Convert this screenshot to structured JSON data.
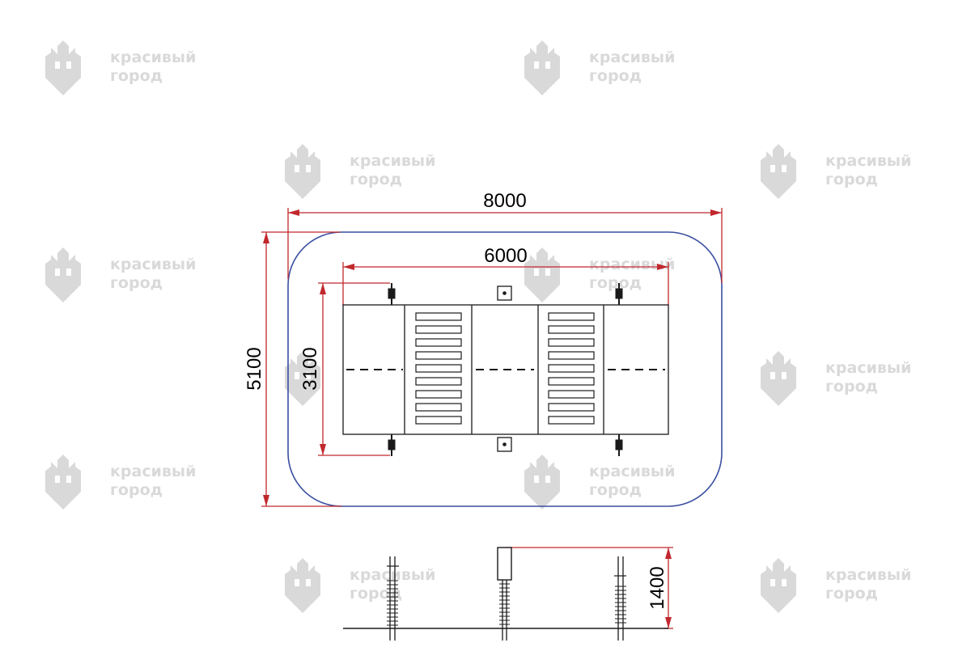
{
  "watermark": {
    "line1": "красивый",
    "line2": "город",
    "color": "#d9d9d9"
  },
  "dimensions": {
    "overall_width": "8000",
    "inner_width": "6000",
    "overall_depth": "5100",
    "inner_depth": "3100",
    "height": "1400"
  },
  "colors": {
    "dimension_line": "#c0282d",
    "safety_zone": "#3a4fa0",
    "structure": "#1a1a1a"
  }
}
